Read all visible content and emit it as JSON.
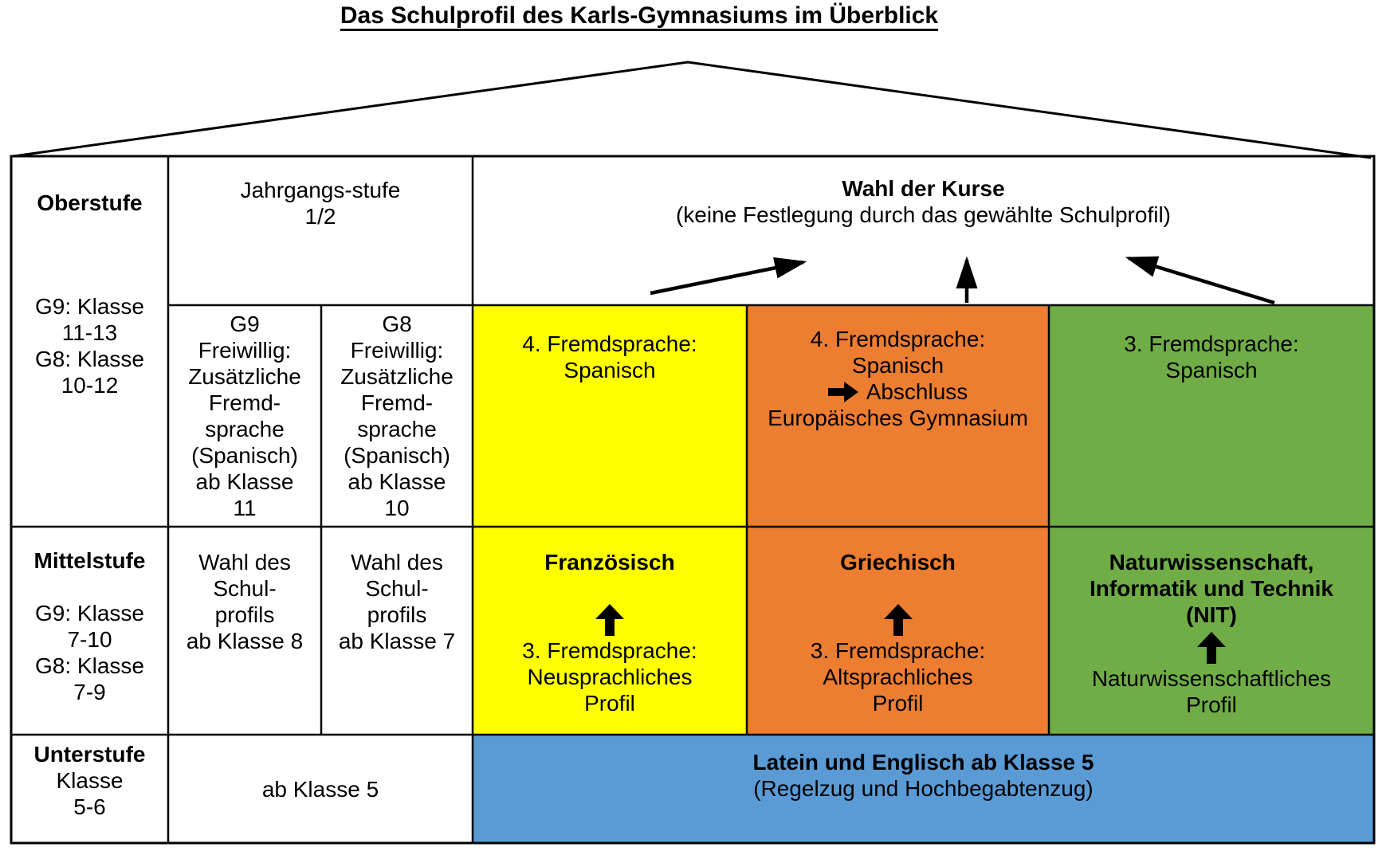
{
  "title": "Das Schulprofil des Karls-Gymnasiums im Überblick",
  "colors": {
    "yellow": "#FFFF00",
    "orange": "#ED7D31",
    "green": "#70AD47",
    "blue": "#5B9BD5",
    "line": "#000000"
  },
  "left_column": {
    "oberstufe": {
      "label": "Oberstufe",
      "classes": "G9: Klasse\n11-13\nG8: Klasse\n10-12"
    },
    "mittelstufe": {
      "label": "Mittelstufe",
      "classes": "G9: Klasse\n7-10\nG8: Klasse\n7-9"
    },
    "unterstufe": {
      "label": "Unterstufe",
      "classes": "Klasse\n5-6"
    }
  },
  "header": {
    "jahrgangsstufe": "Jahrgangs-stufe\n1/2",
    "wahl_title": "Wahl der Kurse",
    "wahl_subtitle": "(keine Festlegung durch das gewählte Schulprofil)"
  },
  "oberstufe_row": {
    "g9_freiwillig": "G9\nFreiwillig:\nZusätzliche\nFremd-\nsprache\n(Spanisch)\nab Klasse\n11",
    "g8_freiwillig": "G8\nFreiwillig:\nZusätzliche\nFremd-\nsprache\n(Spanisch)\nab Klasse\n10",
    "yellow_cell": "4. Fremdsprache:\nSpanisch",
    "orange_cell": {
      "lines_top": "4. Fremdsprache:\nSpanisch",
      "abschluss": "Abschluss",
      "line_bottom": "Europäisches Gymnasium"
    },
    "green_cell": "3. Fremdsprache:\nSpanisch"
  },
  "mittelstufe_row": {
    "g9_wahl": "Wahl des\nSchul-\nprofils\nab Klasse 8",
    "g8_wahl": "Wahl des\nSchul-\nprofils\nab Klasse 7",
    "yellow_cell": {
      "subject": "Französisch",
      "profile": "3. Fremdsprache:\nNeusprachliches\nProfil"
    },
    "orange_cell": {
      "subject": "Griechisch",
      "profile": "3. Fremdsprache:\nAltsprachliches\nProfil"
    },
    "green_cell": {
      "subject": "Naturwissenschaft,\nInformatik und Technik\n(NIT)",
      "profile": "Naturwissenschaftliches\nProfil"
    }
  },
  "unterstufe_row": {
    "ab_klasse": "ab Klasse 5",
    "blue_cell": {
      "line1": "Latein und Englisch ab Klasse 5",
      "line2": "(Regelzug und Hochbegabtenzug)"
    }
  }
}
